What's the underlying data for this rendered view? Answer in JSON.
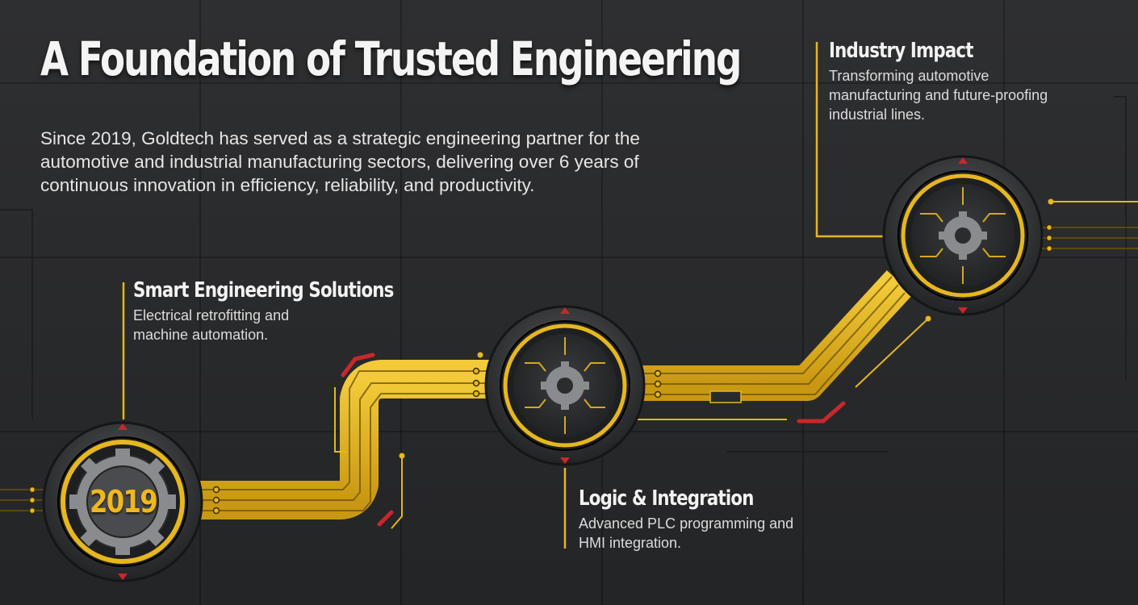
{
  "header": {
    "title": "A Foundation of Trusted Engineering",
    "intro": "Since 2019, Goldtech has served as a strategic engineering partner for the automotive and industrial manufacturing sectors, delivering over 6 years of continuous innovation in efficiency, reliability, and productivity."
  },
  "milestones": [
    {
      "title": "Smart Engineering Solutions",
      "description_lines": [
        "Electrical retrofitting and",
        "machine automation."
      ],
      "node_label": "2019",
      "node_icon": "gear-icon"
    },
    {
      "title": "Logic & Integration",
      "description_lines": [
        "Advanced PLC programming and",
        "HMI integration."
      ],
      "node_icon": "circuit-gear-icon"
    },
    {
      "title": "Industry Impact",
      "description_lines": [
        "Transforming automotive",
        "manufacturing and future-proofing",
        "industrial lines."
      ],
      "node_icon": "circuit-gear-icon"
    }
  ],
  "colors": {
    "background": "#2a2b2d",
    "accent_gold": "#f0b81a",
    "trace_gold": "#e6b71e",
    "alert_red": "#c8282c",
    "text_light": "#f2f2f2"
  }
}
